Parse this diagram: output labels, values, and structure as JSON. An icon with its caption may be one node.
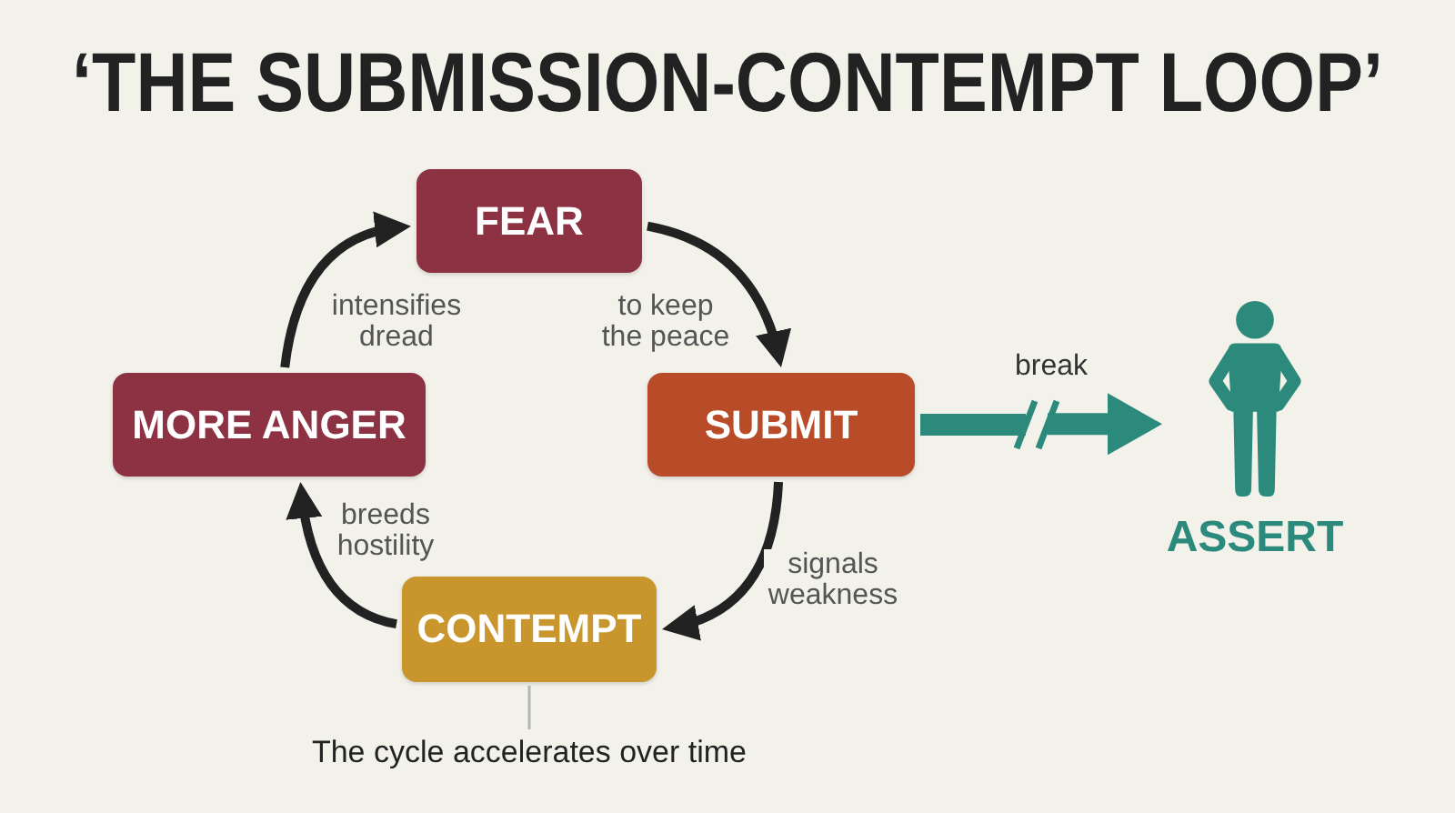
{
  "diagram": {
    "title": "‘THE SUBMISSION-CONTEMPT LOOP’",
    "nodes": [
      {
        "text": [
          "FEAR"
        ]
      },
      {
        "text": [
          "MORE ANGER"
        ]
      },
      {
        "text": [
          "SUBMIT"
        ]
      },
      {
        "text": [
          "ASSERT"
        ]
      },
      {
        "text": [
          "CONTEMPT"
        ]
      },
      {
        "text": [
          "The cycle accelerates over time"
        ]
      }
    ],
    "edges": [
      {
        "from": 0,
        "to": 2,
        "arrow": "to",
        "label": "to keep the peace"
      },
      {
        "from": 2,
        "to": 4,
        "arrow": "to",
        "label": "signals weakness"
      },
      {
        "from": 4,
        "to": 1,
        "arrow": "to",
        "label": "breeds hostility"
      },
      {
        "from": 1,
        "to": 0,
        "arrow": "to",
        "label": "intensifies dread"
      },
      {
        "from": 2,
        "to": 3,
        "arrow": "to",
        "label": "break",
        "style": "thick",
        "color": "#2b8a7b"
      },
      {
        "from": 5,
        "to": 4,
        "arrow": "none",
        "color": "#b5b5b5"
      }
    ]
  }
}
